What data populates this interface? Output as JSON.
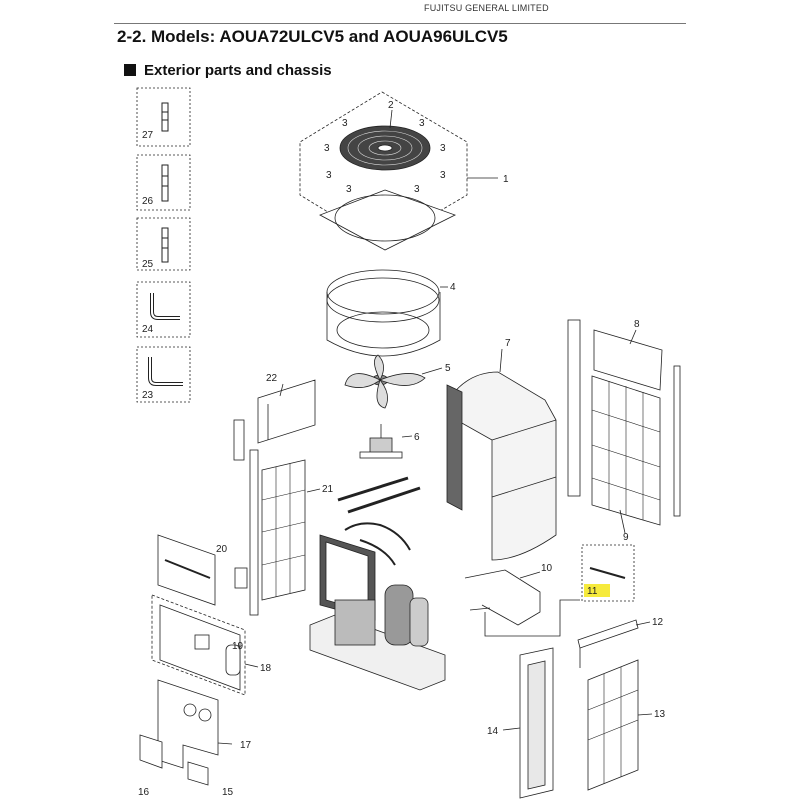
{
  "header": {
    "company": "FUJITSU GENERAL LIMITED",
    "title": "2-2. Models: AOUA72ULCV5 and AOUA96ULCV5",
    "subtitle": "Exterior parts and chassis"
  },
  "part_labels": [
    "1",
    "2",
    "3",
    "4",
    "5",
    "6",
    "7",
    "8",
    "9",
    "10",
    "11",
    "12",
    "13",
    "14",
    "15",
    "16",
    "17",
    "18",
    "19",
    "20",
    "21",
    "22",
    "23",
    "24",
    "25",
    "26",
    "27"
  ],
  "highlight_part": "11",
  "colors": {
    "highlight": "#f6ea3c",
    "line": "#222222"
  }
}
